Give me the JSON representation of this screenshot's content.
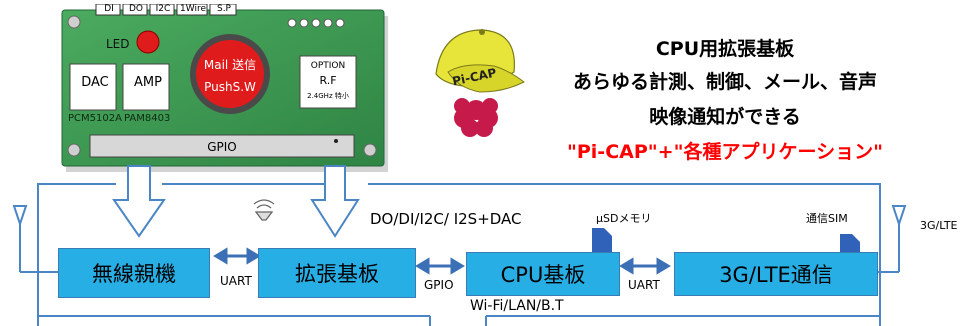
{
  "board": {
    "pin_tabs": [
      "DI",
      "DO",
      "I2C",
      "1Wire",
      "S.P"
    ],
    "led_label": "LED",
    "dac_label": "DAC",
    "amp_label": "AMP",
    "dac_chip": "PCM5102A",
    "amp_chip": "PAM8403",
    "button_line1": "Mail 送信",
    "button_line2": "PushS.W",
    "option_title": "OPTION",
    "option_rf": "R.F",
    "option_band": "2.4GHz 特小",
    "gpio_label": "GPIO"
  },
  "logo": {
    "text": "Pi-CAP"
  },
  "headline": {
    "line1": "CPU用拡張基板",
    "line2": "あらゆる計測、制御、メール、音声",
    "line3": "映像通知ができる",
    "line4": "\"Pi-CAP\"+\"各種アプリケーション\""
  },
  "diagram": {
    "blocks": {
      "wireless": "無線親機",
      "expansion": "拡張基板",
      "cpu": "CPU基板",
      "lte": "3G/LTE通信"
    },
    "links": {
      "uart1": "UART",
      "gpio": "GPIO",
      "uart2": "UART"
    },
    "bus_label": "DO/DI/I2C/ I2S+DAC",
    "sd_label": "μSDメモリ",
    "sim_label": "通信SIM",
    "antenna_right": "3G/LTE",
    "cpu_sub": "Wi-Fi/LAN/B.T"
  },
  "colors": {
    "block_fill": "#27aee5",
    "board_green": "#3f9b56",
    "frame_blue": "#4a86c5",
    "sd_blue": "#2f62b8",
    "highlight_red": "#ff0000",
    "button_red": "#e01b1b",
    "cap_yellow": "#e8e53a"
  }
}
